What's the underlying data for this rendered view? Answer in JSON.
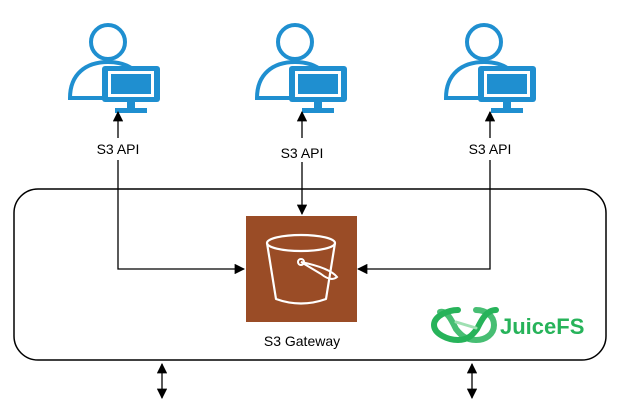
{
  "diagram": {
    "users": [
      {
        "api_label": "S3 API"
      },
      {
        "api_label": "S3 API"
      },
      {
        "api_label": "S3 API"
      }
    ],
    "gateway": {
      "label": "S3 Gateway",
      "fill": "#9a4c26"
    },
    "brand": {
      "name": "JuiceFS",
      "color": "#27b35a"
    },
    "icons": {
      "user": "user-workstation-icon",
      "gateway": "bucket-icon",
      "brand": "juicefs-logo-icon"
    },
    "colors": {
      "user_icon": "#1f8fd0",
      "arrows": "#000000",
      "container_border": "#000000"
    }
  }
}
